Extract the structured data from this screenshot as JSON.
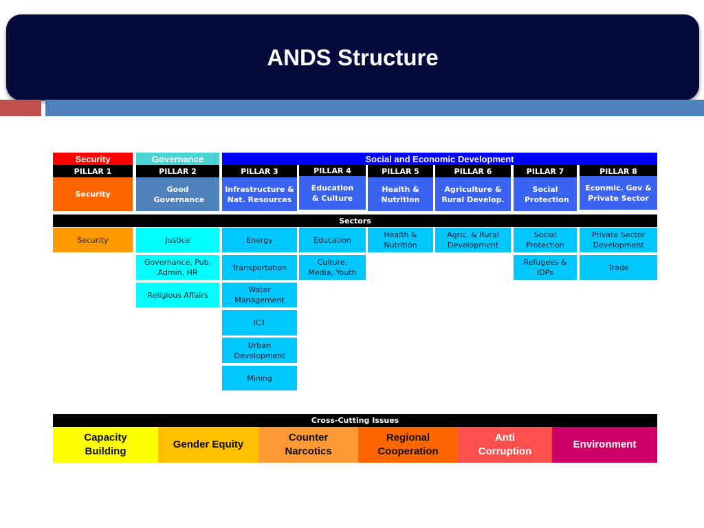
{
  "slide": {
    "title": "ANDS Structure"
  },
  "categories": {
    "security": "Security",
    "governance": "Governance",
    "social": "Social and Economic Development"
  },
  "pillars": [
    {
      "label": "PILLAR 1",
      "name": "Security"
    },
    {
      "label": "PILLAR 2",
      "name": "Good Governance"
    },
    {
      "label": "PILLAR 3",
      "name": "Infrastructure & Nat. Resources"
    },
    {
      "label": "PILLAR 4",
      "name": "Education & Culture"
    },
    {
      "label": "PILLAR 5",
      "name": "Health & Nutrition"
    },
    {
      "label": "PILLAR 6",
      "name": "Agriculture & Rural Develop."
    },
    {
      "label": "PILLAR 7",
      "name": "Social Protection"
    },
    {
      "label": "PILLAR 8",
      "name": "Econmic. Gov & Private Sector"
    }
  ],
  "sectors": {
    "header": "Sectors",
    "p1": [
      "Security"
    ],
    "p2": [
      "Justice",
      "Governance, Pub. Admin, HR",
      "Religious Affairs"
    ],
    "p3": [
      "Energy",
      "Transportation",
      "Water Management",
      "ICT",
      "Urban Development",
      "Mining"
    ],
    "p4": [
      "Education",
      "Culture, Media, Youth"
    ],
    "p5": [
      "Health & Nutrition"
    ],
    "p6": [
      "Agric. & Rural Development"
    ],
    "p7": [
      "Social Protection",
      "Refugees & IDPs"
    ],
    "p8": [
      "Private Sector Development",
      "Trade"
    ]
  },
  "cross_cutting": {
    "header": "Cross-Cutting Issues",
    "items": [
      "Capacity Building",
      "Gender Equity",
      "Counter Narcotics",
      "Regional Cooperation",
      "Anti Corruption",
      "Environment"
    ]
  },
  "colors": {
    "title_bg": "#050c3d",
    "security_red": "#ff0000",
    "governance_teal": "#4bd3d3",
    "social_blue": "#0000ff",
    "pillar1_orange": "#ff6600",
    "pillar2_steel": "#4f81bd",
    "pillar_blue": "#3a63f2",
    "sector_orange": "#ff9900",
    "sector_aqua": "#00ffff",
    "sector_cyan": "#00c8ff",
    "cc_yellow": "#ffff00",
    "cc_gold": "#ffc000",
    "cc_amber": "#ff9933",
    "cc_orange": "#ff6600",
    "cc_salmon": "#ff5050",
    "cc_magenta": "#cc0066"
  }
}
